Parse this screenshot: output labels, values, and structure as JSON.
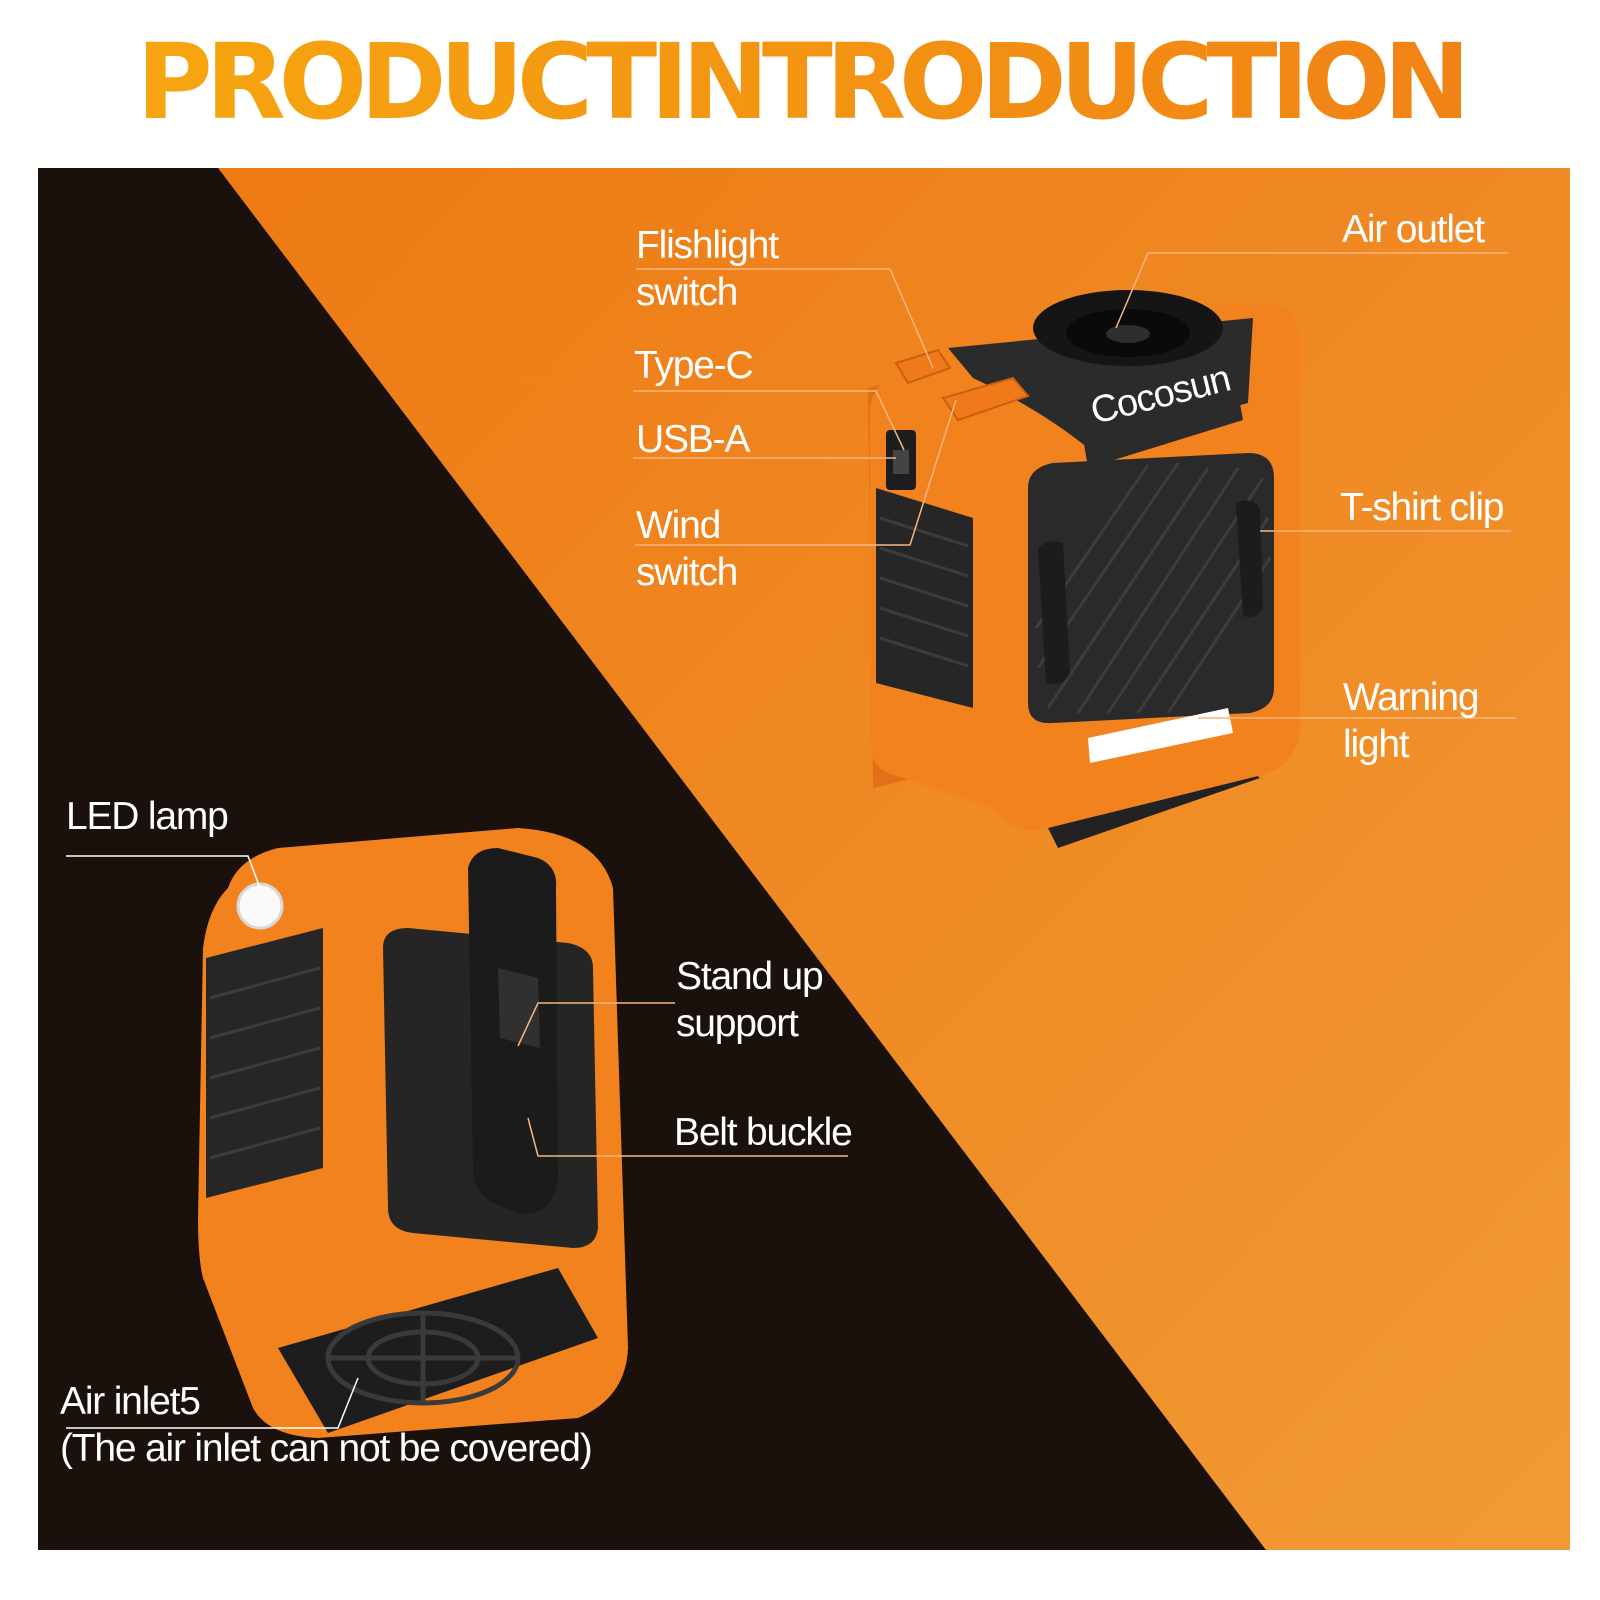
{
  "headline": "PRODUCTINTRODUCTION",
  "brand": "Cocosun",
  "labels": {
    "flashlight_switch": [
      "Flishlight",
      "switch"
    ],
    "type_c": "Type-C",
    "usb_a": "USB-A",
    "wind_switch": [
      "Wind",
      "switch"
    ],
    "air_outlet": "Air outlet",
    "tshirt_clip": "T-shirt clip",
    "warning_light": [
      "Warning",
      "light"
    ],
    "led_lamp": "LED lamp",
    "stand_up_support": [
      "Stand up",
      "support"
    ],
    "belt_buckle": "Belt buckle",
    "air_inlet": [
      "Air inlet5",
      "(The air inlet can not be covered)"
    ]
  },
  "colors": {
    "headline_gradient": [
      "#f7a90f",
      "#f07f16"
    ],
    "panel_dark": "#1a110d",
    "panel_orange": "#f08a1c",
    "device_orange": "#f2821d",
    "device_dark": "#2a2a2a"
  }
}
